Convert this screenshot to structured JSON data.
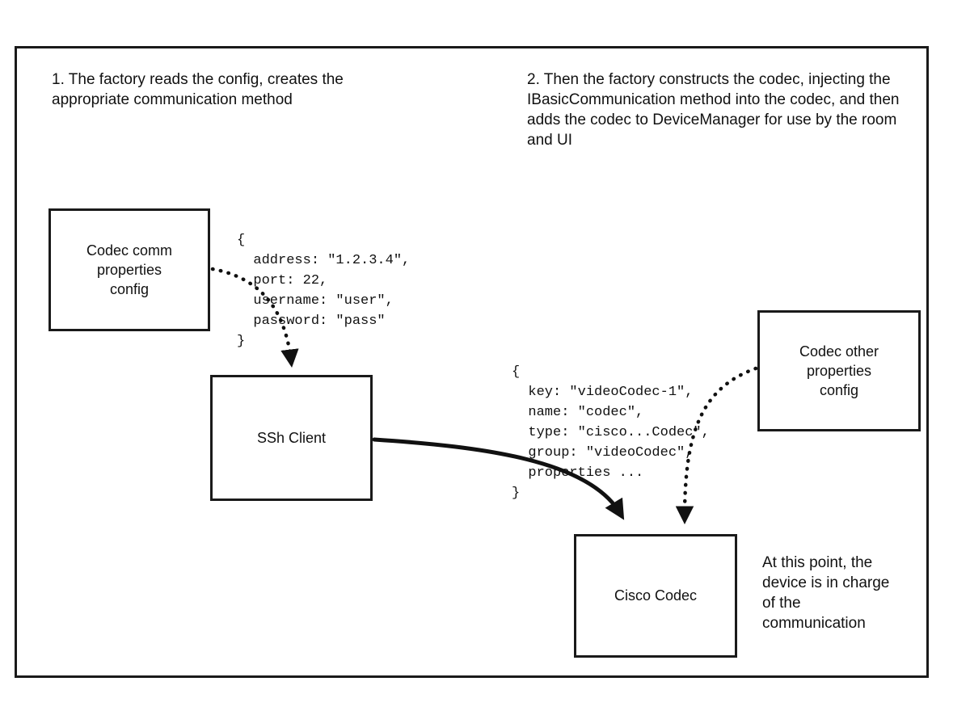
{
  "notes": {
    "step1": "1. The factory reads the config, creates the appropriate communication method",
    "step2": "2. Then the factory constructs the codec, injecting the IBasicCommunication method into the codec, and then adds the codec to DeviceManager for use by the room and UI",
    "endpoint": "At this point, the device is in charge of the communication"
  },
  "boxes": {
    "codec_comm_config": "Codec comm properties config",
    "ssh_client": "SSh Client",
    "codec_other_config": "Codec other properties config",
    "cisco_codec": "Cisco Codec"
  },
  "code_blocks": {
    "comm_properties": "{\n  address: \"1.2.3.4\",\n  port: 22,\n  username: \"user\",\n  password: \"pass\"\n}",
    "codec_properties": "{\n  key: \"videoCodec-1\",\n  name: \"codec\",\n  type: \"cisco...Codec\",\n  group: \"videoCodec\",\n  properties ...\n}"
  },
  "colors": {
    "ink": "#111111",
    "background": "#ffffff"
  }
}
